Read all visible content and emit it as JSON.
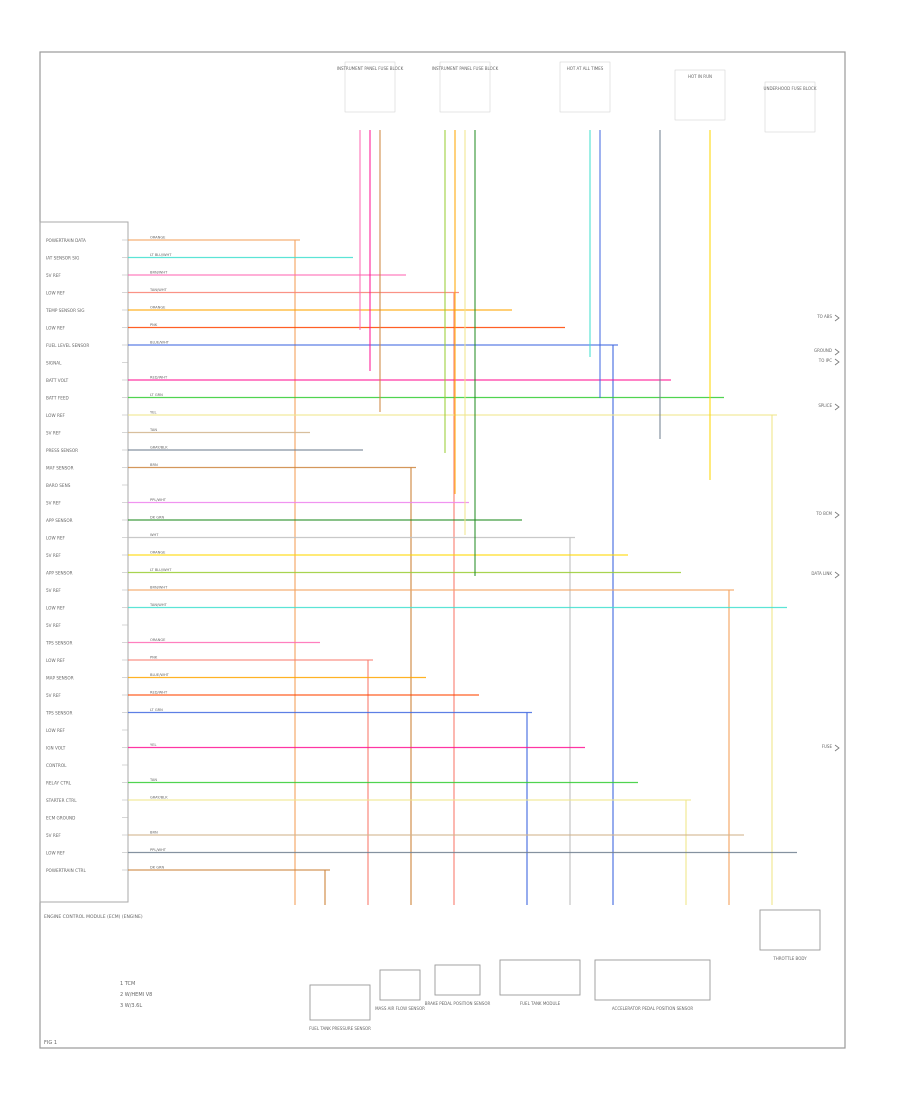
{
  "diagram": {
    "pins_left_block": [
      "POWERTRAIN DATA",
      "IAT SENSOR SIG",
      "5V REF",
      "LOW REF",
      "TEMP SENSOR SIG",
      "LOW REF",
      "FUEL LEVEL SENSOR",
      "SIGNAL",
      "BATT VOLT",
      "BATT FEED",
      "LOW REF",
      "5V REF",
      "PRESS SENSOR",
      "MAF SENSOR",
      "BARO SENS",
      "5V REF",
      "APP SENSOR",
      "LOW REF",
      "5V REF",
      "APP SENSOR",
      "5V REF",
      "LOW REF",
      "5V REF",
      "TPS SENSOR",
      "LOW REF",
      "MAP SENSOR",
      "5V REF",
      "TPS SENSOR",
      "LOW REF",
      "IGN VOLT",
      "CONTROL",
      "RELAY CTRL",
      "STARTER CTRL",
      "ECM GROUND",
      "5V REF",
      "LOW REF",
      "POWERTRAIN CTRL"
    ],
    "module_label": "ENGINE CONTROL MODULE (ECM) (ENGINE)",
    "wire_colors": [
      "ORANGE",
      "LT BLU/WHT",
      "BRN/WHT",
      "TAN/WHT",
      "ORANGE",
      "PNK",
      "BLUE/WHT",
      "RED/WHT",
      "LT GRN",
      "YEL",
      "TAN",
      "GRAY/BLK",
      "BRN",
      "PPL/WHT",
      "DK GRN",
      "WHT"
    ],
    "top_connectors": [
      "INSTRUMENT PANEL FUSE BLOCK",
      "INSTRUMENT PANEL FUSE BLOCK",
      "HOT AT ALL TIMES",
      "HOT IN RUN",
      "UNDERHOOD FUSE BLOCK"
    ],
    "bottom_components": [
      "FUEL TANK PRESSURE SENSOR",
      "MASS AIR FLOW SENSOR",
      "BRAKE PEDAL POSITION SENSOR",
      "FUEL TANK MODULE",
      "ACCELERATOR PEDAL POSITION SENSOR",
      "THROTTLE BODY"
    ],
    "right_refs": [
      "TO ABS",
      "GROUND",
      "TO IPC",
      "SPLICE",
      "TO BCM",
      "DATA LINK",
      "FUSE"
    ],
    "legend": [
      "1  TCM",
      "2  W/HEMI V8",
      "3  W/3.6L"
    ],
    "figure_id": "FIG 1"
  }
}
